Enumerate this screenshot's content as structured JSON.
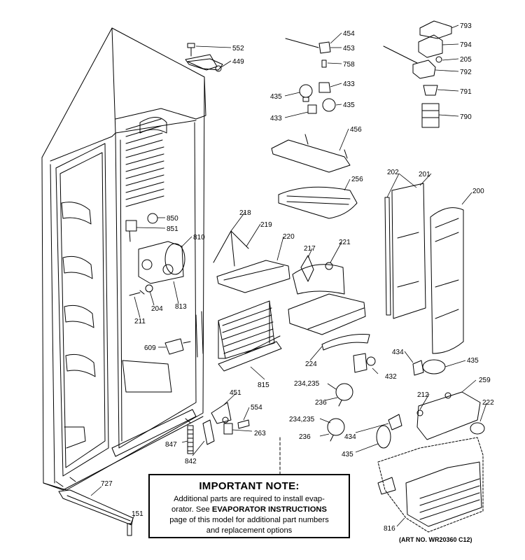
{
  "callouts": [
    {
      "id": "c552",
      "label": "552"
    },
    {
      "id": "c449",
      "label": "449"
    },
    {
      "id": "c454",
      "label": "454"
    },
    {
      "id": "c453",
      "label": "453"
    },
    {
      "id": "c758",
      "label": "758"
    },
    {
      "id": "c433a",
      "label": "433"
    },
    {
      "id": "c435a",
      "label": "435"
    },
    {
      "id": "c433b",
      "label": "433"
    },
    {
      "id": "c435b",
      "label": "435"
    },
    {
      "id": "c793",
      "label": "793"
    },
    {
      "id": "c794",
      "label": "794"
    },
    {
      "id": "c205",
      "label": "205"
    },
    {
      "id": "c792",
      "label": "792"
    },
    {
      "id": "c791",
      "label": "791"
    },
    {
      "id": "c790",
      "label": "790"
    },
    {
      "id": "c456",
      "label": "456"
    },
    {
      "id": "c256",
      "label": "256"
    },
    {
      "id": "c202",
      "label": "202"
    },
    {
      "id": "c201",
      "label": "201"
    },
    {
      "id": "c200",
      "label": "200"
    },
    {
      "id": "c850",
      "label": "850"
    },
    {
      "id": "c851",
      "label": "851"
    },
    {
      "id": "c810",
      "label": "810"
    },
    {
      "id": "c218",
      "label": "218"
    },
    {
      "id": "c219",
      "label": "219"
    },
    {
      "id": "c220",
      "label": "220"
    },
    {
      "id": "c217",
      "label": "217"
    },
    {
      "id": "c221",
      "label": "221"
    },
    {
      "id": "c204",
      "label": "204"
    },
    {
      "id": "c813",
      "label": "813"
    },
    {
      "id": "c211",
      "label": "211"
    },
    {
      "id": "c609",
      "label": "609"
    },
    {
      "id": "c815",
      "label": "815"
    },
    {
      "id": "c224",
      "label": "224"
    },
    {
      "id": "c434a",
      "label": "434"
    },
    {
      "id": "c435c",
      "label": "435"
    },
    {
      "id": "c432",
      "label": "432"
    },
    {
      "id": "c23435a",
      "label": "234,235"
    },
    {
      "id": "c236a",
      "label": "236"
    },
    {
      "id": "c451",
      "label": "451"
    },
    {
      "id": "c554",
      "label": "554"
    },
    {
      "id": "c263",
      "label": "263"
    },
    {
      "id": "c23435b",
      "label": "234,235"
    },
    {
      "id": "c236b",
      "label": "236"
    },
    {
      "id": "c212",
      "label": "212"
    },
    {
      "id": "c259",
      "label": "259"
    },
    {
      "id": "c222",
      "label": "222"
    },
    {
      "id": "c434b",
      "label": "434"
    },
    {
      "id": "c435d",
      "label": "435"
    },
    {
      "id": "c847",
      "label": "847"
    },
    {
      "id": "c842",
      "label": "842"
    },
    {
      "id": "c727",
      "label": "727"
    },
    {
      "id": "c151",
      "label": "151"
    },
    {
      "id": "c816",
      "label": "816"
    }
  ],
  "note": {
    "title": "IMPORTANT NOTE:",
    "line1": "Additional parts are required to install evap-",
    "line2_pre": "orator.  See ",
    "line2_bold": "EVAPORATOR INSTRUCTIONS",
    "line3": "page of this model for additional part numbers",
    "line4": "and replacement options"
  },
  "art_number": "(ART NO. WR20360 C12)"
}
